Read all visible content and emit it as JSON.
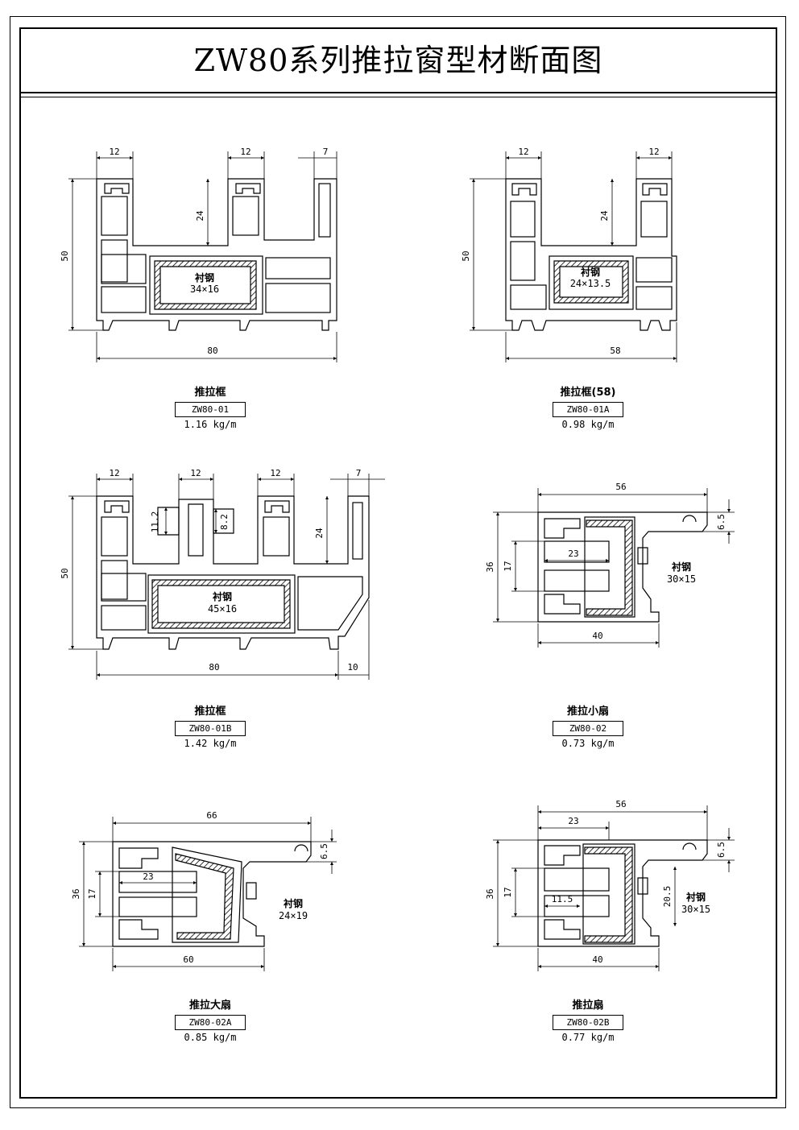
{
  "sheet": {
    "title": "ZW80系列推拉窗型材断面图"
  },
  "profiles": [
    {
      "name": "推拉框",
      "code": "ZW80-01",
      "weight": "1.16 kg/m",
      "steel_label": "衬钢",
      "steel_size": "34×16",
      "dims": [
        "12",
        "12",
        "7",
        "24",
        "50",
        "80"
      ]
    },
    {
      "name": "推拉框(58)",
      "code": "ZW80-01A",
      "weight": "0.98 kg/m",
      "steel_label": "衬钢",
      "steel_size": "24×13.5",
      "dims": [
        "12",
        "12",
        "24",
        "50",
        "58"
      ]
    },
    {
      "name": "推拉框",
      "code": "ZW80-01B",
      "weight": "1.42 kg/m",
      "steel_label": "衬钢",
      "steel_size": "45×16",
      "dims": [
        "12",
        "12",
        "12",
        "7",
        "11.2",
        "8.2",
        "24",
        "50",
        "80",
        "10"
      ]
    },
    {
      "name": "推拉小扇",
      "code": "ZW80-02",
      "weight": "0.73 kg/m",
      "steel_label": "衬钢",
      "steel_size": "30×15",
      "dims": [
        "56",
        "6.5",
        "36",
        "17",
        "23",
        "40"
      ]
    },
    {
      "name": "推拉大扇",
      "code": "ZW80-02A",
      "weight": "0.85 kg/m",
      "steel_label": "衬钢",
      "steel_size": "24×19",
      "dims": [
        "66",
        "6.5",
        "36",
        "17",
        "23",
        "60"
      ]
    },
    {
      "name": "推拉扇",
      "code": "ZW80-02B",
      "weight": "0.77 kg/m",
      "steel_label": "衬钢",
      "steel_size": "30×15",
      "dims": [
        "56",
        "23",
        "6.5",
        "36",
        "17",
        "11.5",
        "20.5",
        "40"
      ]
    }
  ]
}
